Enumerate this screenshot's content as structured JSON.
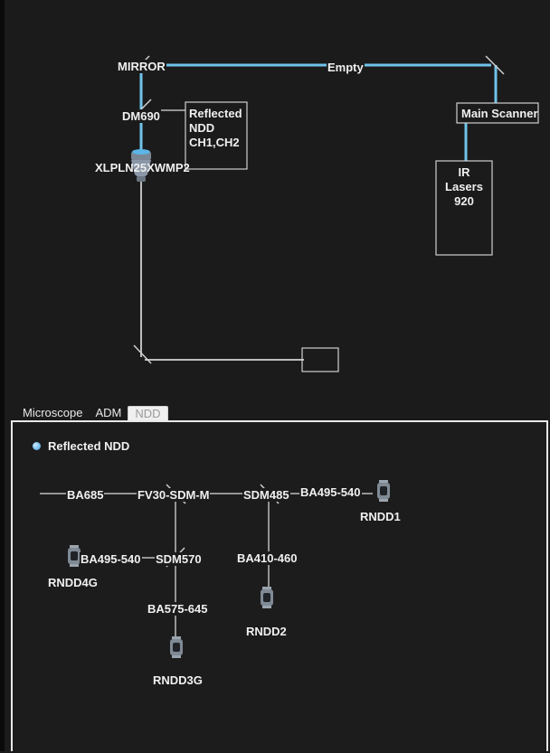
{
  "light_path": {
    "mirror": "MIRROR",
    "empty": "Empty",
    "dichroic": "DM690",
    "objective": "XLPLN25XWMP2",
    "reflected_box": "Reflected\nNDD\nCH1,CH2",
    "main_scanner": "Main Scanner",
    "laser_box": "IR\nLasers\n920",
    "beam_color": "#6fc3ea",
    "path_color": "#bdbdbd"
  },
  "tabs": {
    "microscope": "Microscope",
    "adm": "ADM",
    "ndd": "NDD",
    "active": "NDD"
  },
  "ndd_panel": {
    "title": "Reflected NDD",
    "filters": {
      "ba685": "BA685",
      "fv30": "FV30-SDM-M",
      "sdm485": "SDM485",
      "ba495_540_a": "BA495-540",
      "rndd1": "RNDD1",
      "ba495_540_b": "BA495-540",
      "sdm570": "SDM570",
      "rndd4g": "RNDD4G",
      "ba410_460": "BA410-460",
      "ba575_645": "BA575-645",
      "rndd2": "RNDD2",
      "rndd3g": "RNDD3G"
    }
  }
}
